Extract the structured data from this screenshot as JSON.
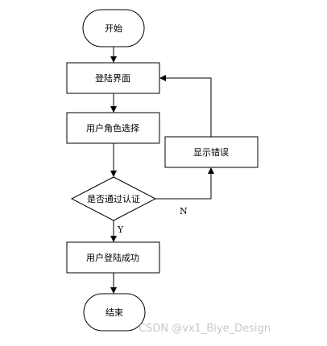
{
  "nodes": {
    "start": "开始",
    "login_screen": "登陆界面",
    "select_role": "用户角色选择",
    "auth_check": "是否通过认证",
    "show_error": "显示错误",
    "login_success": "用户登陆成功",
    "end": "结束"
  },
  "edges": {
    "no_label": "N",
    "yes_label": "Y"
  },
  "watermark": "CSDN @vx1_Biye_Design"
}
